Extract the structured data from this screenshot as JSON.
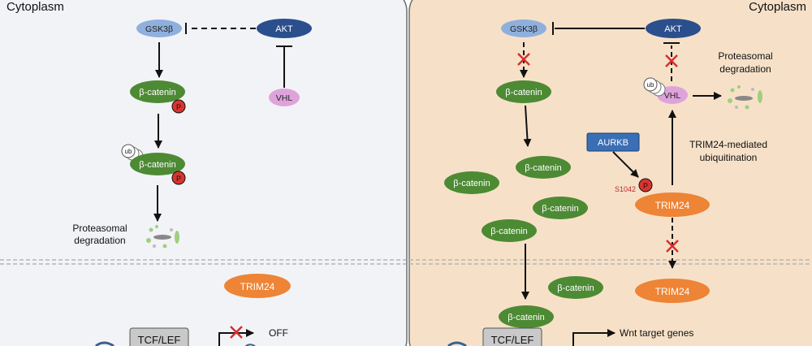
{
  "left_panel": {
    "region_label": "Cytoplasm",
    "gsk3b": "GSK3β",
    "akt": "AKT",
    "vhl": "VHL",
    "bcatenin": "β-catenin",
    "phospho": "P",
    "ub": "ub",
    "degradation_line1": "Proteasomal",
    "degradation_line2": "degradation",
    "trim24": "TRIM24",
    "tcf_lef": "TCF/LEF",
    "off_label": "OFF"
  },
  "right_panel": {
    "region_label": "Cytoplasm",
    "gsk3b": "GSK3β",
    "akt": "AKT",
    "vhl": "VHL",
    "ub": "ub",
    "degradation_line1": "Proteasomal",
    "degradation_line2": "degradation",
    "bcatenin": "β-catenin",
    "aurkb": "AURKB",
    "phospho": "P",
    "site_label": "S1042",
    "trim24": "TRIM24",
    "trim24_nuclear": "TRIM24",
    "ubiquitination_line1": "TRIM24-mediated",
    "ubiquitination_line2": "ubiquitination",
    "tcf_lef": "TCF/LEF",
    "target_genes": "Wnt target genes"
  },
  "colors": {
    "gsk3b": "#8fb0dd",
    "akt": "#2b4f8c",
    "vhl": "#dfa3dc",
    "bcatenin": "#4d8a34",
    "phospho": "#d9342f",
    "trim24": "#ee8435",
    "aurkb": "#3a6fb5",
    "inhibit_cross": "#d62f2a",
    "left_bg": "#f2f3f7",
    "right_bg": "#f6e1c8",
    "tcf_box": "#c9c9c9"
  }
}
